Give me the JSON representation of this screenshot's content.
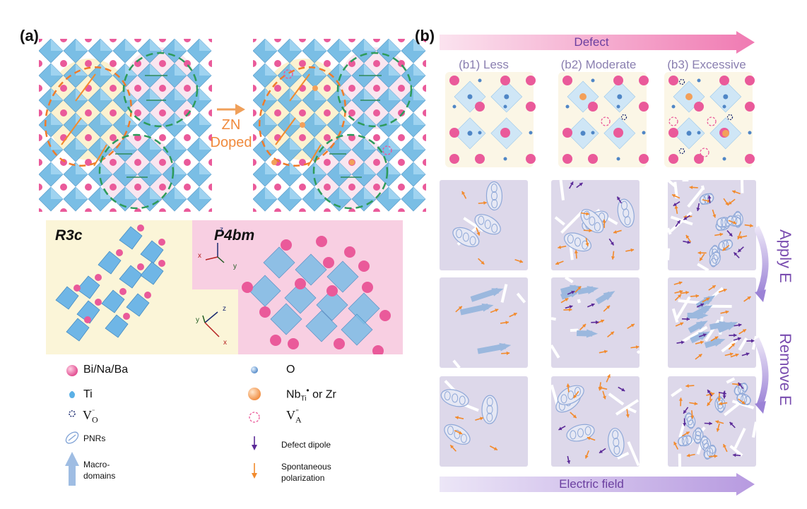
{
  "panel_a": {
    "label": "(a)",
    "doping_label_line1": "ZN",
    "doping_label_line2": "Doped",
    "phase_left": "R3c",
    "phase_right": "P4bm",
    "axes_right": {
      "z": "z",
      "x": "x",
      "y": "y"
    },
    "axes_left": {
      "z": "z",
      "x": "x",
      "y": "y"
    }
  },
  "legend": {
    "bi_na_ba": "Bi/Na/Ba",
    "ti": "Ti",
    "vo_main": "V",
    "vo_sub": "O",
    "vo_sup": "¨",
    "pnrs": "PNRs",
    "macrodomains_line1": "Macro-",
    "macrodomains_line2": "domains",
    "o": "O",
    "nb_main": "Nb",
    "nb_sub": "Ti",
    "nb_sup": "•",
    "nb_rest": " or Zr",
    "va_main": "V",
    "va_sub": "A",
    "va_sup": "\"",
    "defect_dipole": "Defect dipole",
    "spont_line1": "Spontaneous",
    "spont_line2": "polarization"
  },
  "panel_b": {
    "label": "(b)",
    "top_arrow": "Defect",
    "bottom_arrow": "Electric field",
    "columns": [
      "(b1) Less",
      "(b2) Moderate",
      "(b3) Excessive"
    ],
    "apply": "Apply E",
    "remove": "Remove E"
  },
  "colors": {
    "pink_atom": "#ea5a9a",
    "octahedron": "#6cb8e3",
    "orange_arrow": "#f28a2c",
    "purple_arrow": "#5b2a98",
    "green_dash": "#2e9b5a",
    "orange_dash": "#ef7b2a",
    "domain_blue": "#9bb8de",
    "cell_bg": "#ddd8ea"
  }
}
